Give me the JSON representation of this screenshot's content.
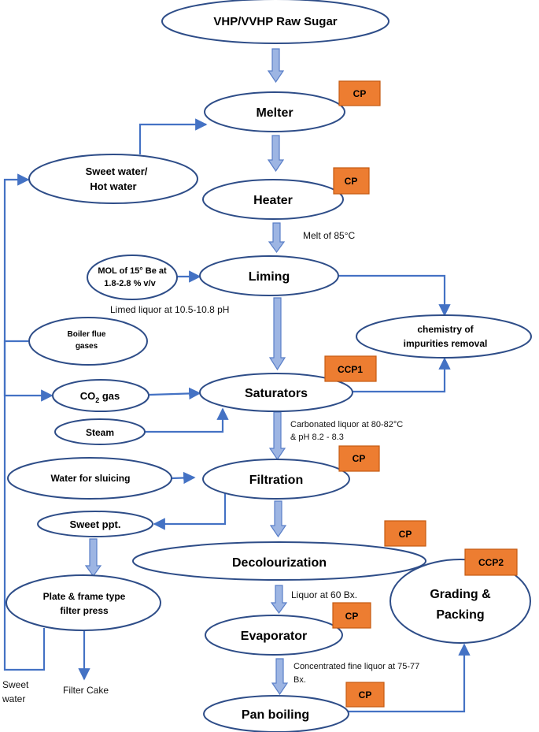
{
  "nodes": {
    "raw_sugar": "VHP/VVHP Raw Sugar",
    "melter": "Melter",
    "sweet_water_hot_water": [
      "Sweet water/",
      "Hot water"
    ],
    "heater": "Heater",
    "mol": [
      "MOL of 15° Be at",
      "1.8-2.8 % v/v"
    ],
    "liming": "Liming",
    "chemistry": [
      "chemistry of",
      "impurities removal"
    ],
    "boiler_flue": [
      "Boiler flue",
      "gases"
    ],
    "co2_gas": {
      "main": "CO",
      "sub": "2",
      "tail": " gas"
    },
    "saturators": "Saturators",
    "steam": "Steam",
    "water_sluicing": "Water for sluicing",
    "filtration": "Filtration",
    "sweet_ppt": "Sweet ppt.",
    "decolourization": "Decolourization",
    "grading_packing": [
      "Grading &",
      "Packing"
    ],
    "plate_frame": [
      "Plate & frame type",
      "filter press"
    ],
    "evaporator": "Evaporator",
    "pan_boiling": "Pan boiling"
  },
  "annotations": {
    "melt_85": "Melt of 85°C",
    "limed_liquor": "Limed liquor at 10.5-10.8 pH",
    "carbonated": [
      "Carbonated liquor at 80-82°C",
      "& pH 8.2 - 8.3"
    ],
    "liquor_60": "Liquor at 60 Bx.",
    "concentrated": [
      "Concentrated fine liquor at 75-77",
      "Bx."
    ],
    "sweet_water_left": [
      "Sweet",
      "water"
    ],
    "filter_cake": "Filter Cake"
  },
  "control_points": {
    "melter": "CP",
    "heater": "CP",
    "saturators": "CCP1",
    "filtration": "CP",
    "decolourization": "CP",
    "grading": "CCP2",
    "evaporator": "CP",
    "pan_boiling": "CP"
  },
  "colors": {
    "ellipse_stroke": "#2E4D88",
    "arrow": "#4472C4",
    "block_arrow_fill": "#9DB5E3",
    "block_arrow_stroke": "#5A7FC8",
    "cp_fill": "#ED7D31",
    "cp_stroke": "#C55A11"
  }
}
